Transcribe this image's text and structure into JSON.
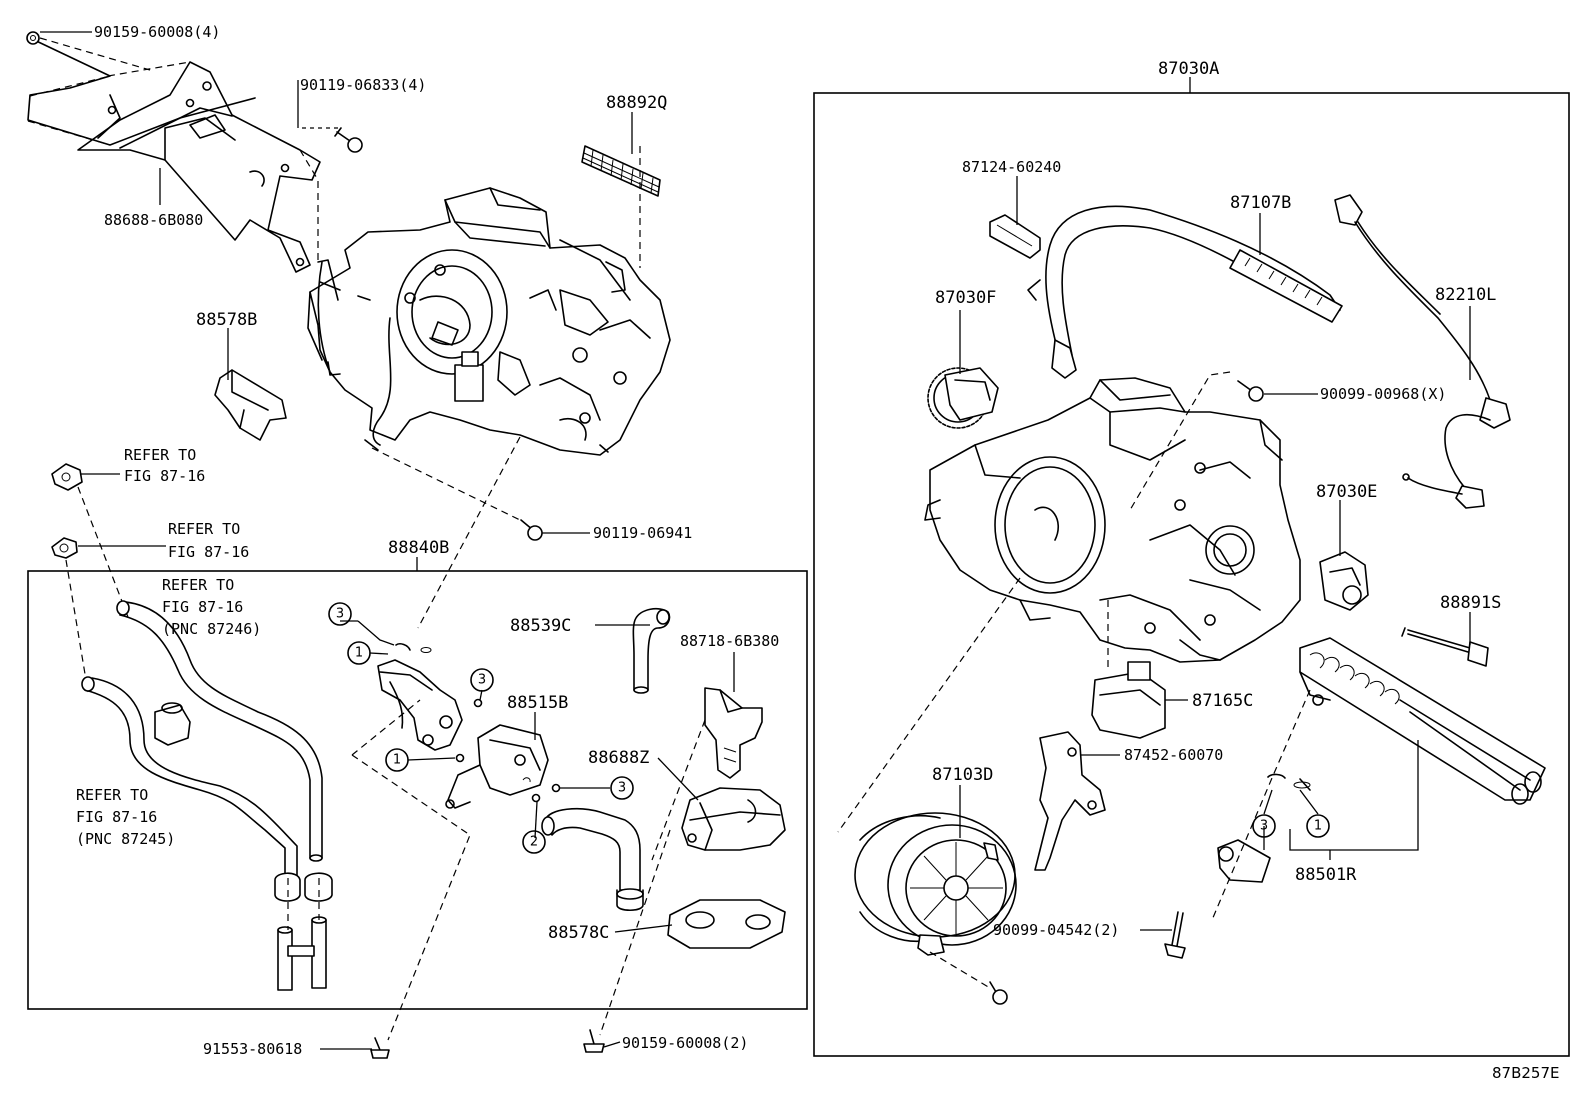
{
  "diagram_code": "87B257E",
  "callout_numbers": [
    "1",
    "2",
    "3"
  ],
  "parts": {
    "p90159_60008_4": "90159-60008(4)",
    "p90119_06833_4": "90119-06833(4)",
    "p88892Q": "88892Q",
    "p88688_6B080": "88688-6B080",
    "p88578B": "88578B",
    "p90119_06941": "90119-06941",
    "p88840B": "88840B",
    "p88539C": "88539C",
    "p88718_6B380": "88718-6B380",
    "p88515B": "88515B",
    "p88688Z": "88688Z",
    "p88578C": "88578C",
    "p91553_80618": "91553-80618",
    "p90159_60008_2": "90159-60008(2)",
    "p87030A": "87030A",
    "p87124_60240": "87124-60240",
    "p87107B": "87107B",
    "p82210L": "82210L",
    "p87030F": "87030F",
    "p90099_00968_X": "90099-00968(X)",
    "p87030E": "87030E",
    "p88891S": "88891S",
    "p87165C": "87165C",
    "p87452_60070": "87452-60070",
    "p87103D": "87103D",
    "p88501R": "88501R",
    "p90099_04542_2": "90099-04542(2)"
  },
  "refs": {
    "r1_line1": "REFER TO",
    "r1_line2": "FIG 87-16",
    "r2_line1": "REFER TO",
    "r2_line2": "FIG 87-16",
    "r3_line1": "REFER TO",
    "r3_line2": "FIG 87-16",
    "r3_line3": "(PNC 87246)",
    "r4_line1": "REFER TO",
    "r4_line2": "FIG 87-16",
    "r4_line3": "(PNC 87245)"
  }
}
